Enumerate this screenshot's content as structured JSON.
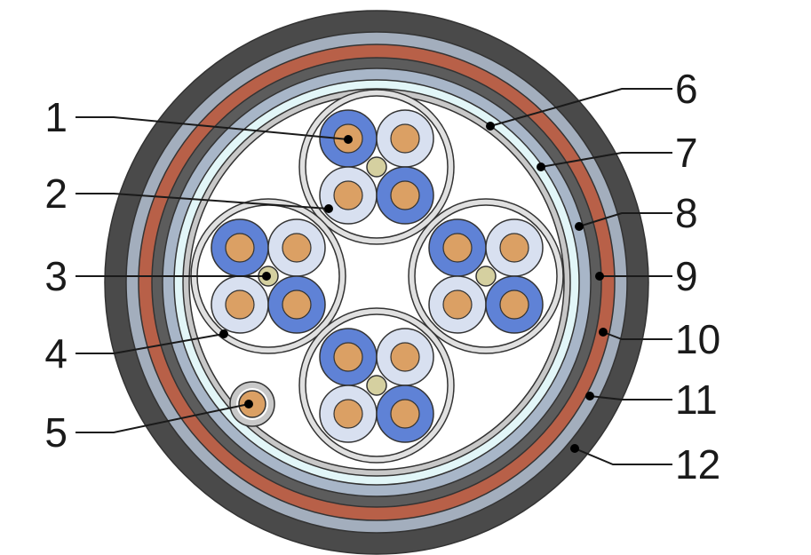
{
  "labels_left": [
    "1",
    "2",
    "3",
    "4",
    "5"
  ],
  "labels_right": [
    "6",
    "7",
    "8",
    "9",
    "10",
    "11",
    "12"
  ],
  "colors": {
    "outer_jacket": "#4a4a4a",
    "armor": "#a3aebd",
    "copper_sheath": "#b86048",
    "inner_gray": "#5c5c5c",
    "screen": "#a8b6c8",
    "light_blue_band": "#e2f6f8",
    "thin_layer": "#c8c8c8",
    "unit_sheath": "#e0e0e0",
    "blue_insulation": "#5f82d6",
    "light_insulation": "#d8e0f0",
    "conductor": "#dba064",
    "filler": "#d5d0a0",
    "line": "#333333"
  }
}
